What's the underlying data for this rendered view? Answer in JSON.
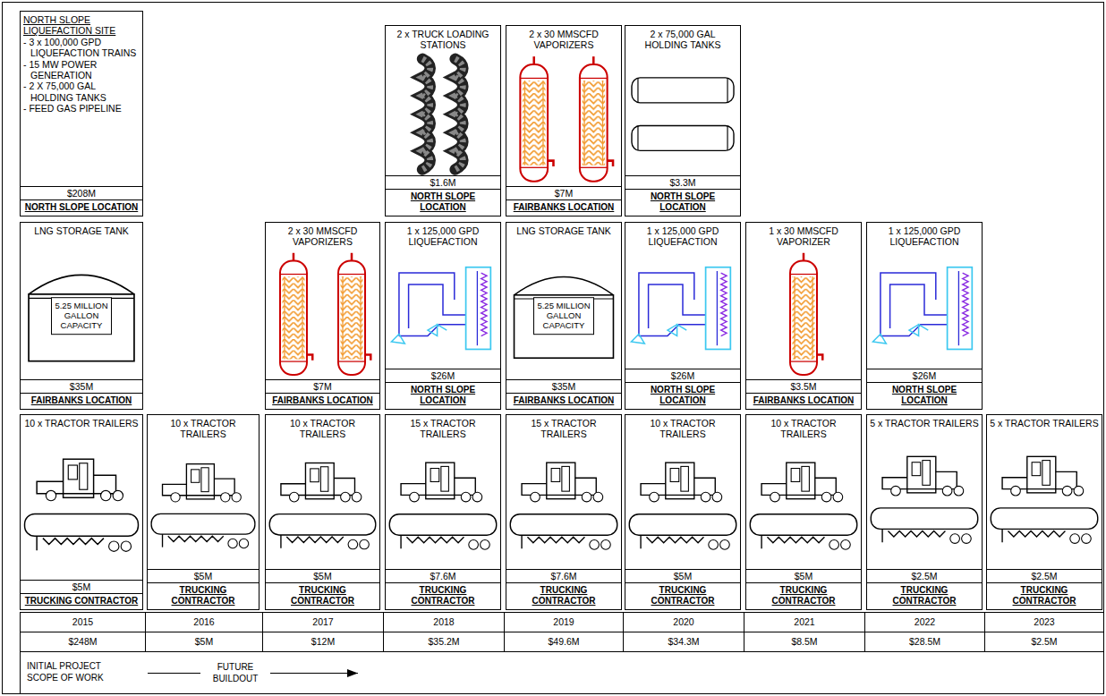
{
  "diagram": {
    "nodes": [
      {
        "text": [
          "NORTH SLOPE LIQUEFACTION SITE",
          "- 3 x 100,000 GPD LIQUEFACTION TRAINS",
          "- 15 MW POWER GENERATION",
          "- 2 X 75,000 GAL HOLDING TANKS",
          "- FEED GAS PIPELINE",
          "$208M",
          "NORTH SLOPE LOCATION"
        ]
      },
      {
        "text": [
          "2 x TRUCK LOADING STATIONS",
          "$1.6M",
          "NORTH SLOPE LOCATION"
        ]
      },
      {
        "text": [
          "2 x 30 MMSCFD VAPORIZERS",
          "$7M",
          "FAIRBANKS LOCATION"
        ]
      },
      {
        "text": [
          "2 x 75,000 GAL HOLDING TANKS",
          "$3.3M",
          "NORTH SLOPE LOCATION"
        ]
      },
      {
        "text": [
          "LNG STORAGE TANK",
          "5.25 MILLION GALLON CAPACITY",
          "$35M",
          "FAIRBANKS LOCATION"
        ]
      },
      {
        "text": [
          "2 x 30 MMSCFD VAPORIZERS",
          "$7M",
          "FAIRBANKS LOCATION"
        ]
      },
      {
        "text": [
          "1 x 125,000 GPD LIQUEFACTION",
          "$26M",
          "NORTH SLOPE LOCATION"
        ]
      },
      {
        "text": [
          "LNG STORAGE TANK",
          "5.25 MILLION GALLON CAPACITY",
          "$35M",
          "FAIRBANKS LOCATION"
        ]
      },
      {
        "text": [
          "1 x 125,000 GPD LIQUEFACTION",
          "$26M",
          "NORTH SLOPE LOCATION"
        ]
      },
      {
        "text": [
          "1 x 30 MMSCFD VAPORIZER",
          "$3.5M",
          "FAIRBANKS LOCATION"
        ]
      },
      {
        "text": [
          "1 x 125,000 GPD LIQUEFACTION",
          "$26M",
          "NORTH SLOPE LOCATION"
        ]
      },
      {
        "text": [
          "10 x TRACTOR TRAILERS",
          "$5M",
          "TRUCKING CONTRACTOR"
        ]
      },
      {
        "text": [
          "10 x TRACTOR TRAILERS",
          "$5M",
          "TRUCKING CONTRACTOR"
        ]
      },
      {
        "text": [
          "10 x TRACTOR TRAILERS",
          "$5M",
          "TRUCKING CONTRACTOR"
        ]
      },
      {
        "text": [
          "15 x TRACTOR TRAILERS",
          "$7.6M",
          "TRUCKING CONTRACTOR"
        ]
      },
      {
        "text": [
          "15 x TRACTOR TRAILERS",
          "$7.6M",
          "TRUCKING CONTRACTOR"
        ]
      },
      {
        "text": [
          "10 x TRACTOR TRAILERS",
          "$5M",
          "TRUCKING CONTRACTOR"
        ]
      },
      {
        "text": [
          "10 x TRACTOR TRAILERS",
          "$5M",
          "TRUCKING CONTRACTOR"
        ]
      },
      {
        "text": [
          "5 x TRACTOR TRAILERS",
          "$2.5M",
          "TRUCKING CONTRACTOR"
        ]
      },
      {
        "text": [
          "5 x TRACTOR TRAILERS",
          "$2.5M",
          "TRUCKING CONTRACTOR"
        ]
      }
    ],
    "labels": [
      "2015",
      "2016",
      "2017",
      "2018",
      "2019",
      "2020",
      "2021",
      "2022",
      "2023",
      "$248M",
      "$5M",
      "$12M",
      "$35.2M",
      "$49.6M",
      "$34.3M",
      "$8.5M",
      "$28.5M",
      "$2.5M",
      "INITIAL PROJECT SCOPE OF WORK",
      "FUTURE BUILDOUT"
    ]
  }
}
